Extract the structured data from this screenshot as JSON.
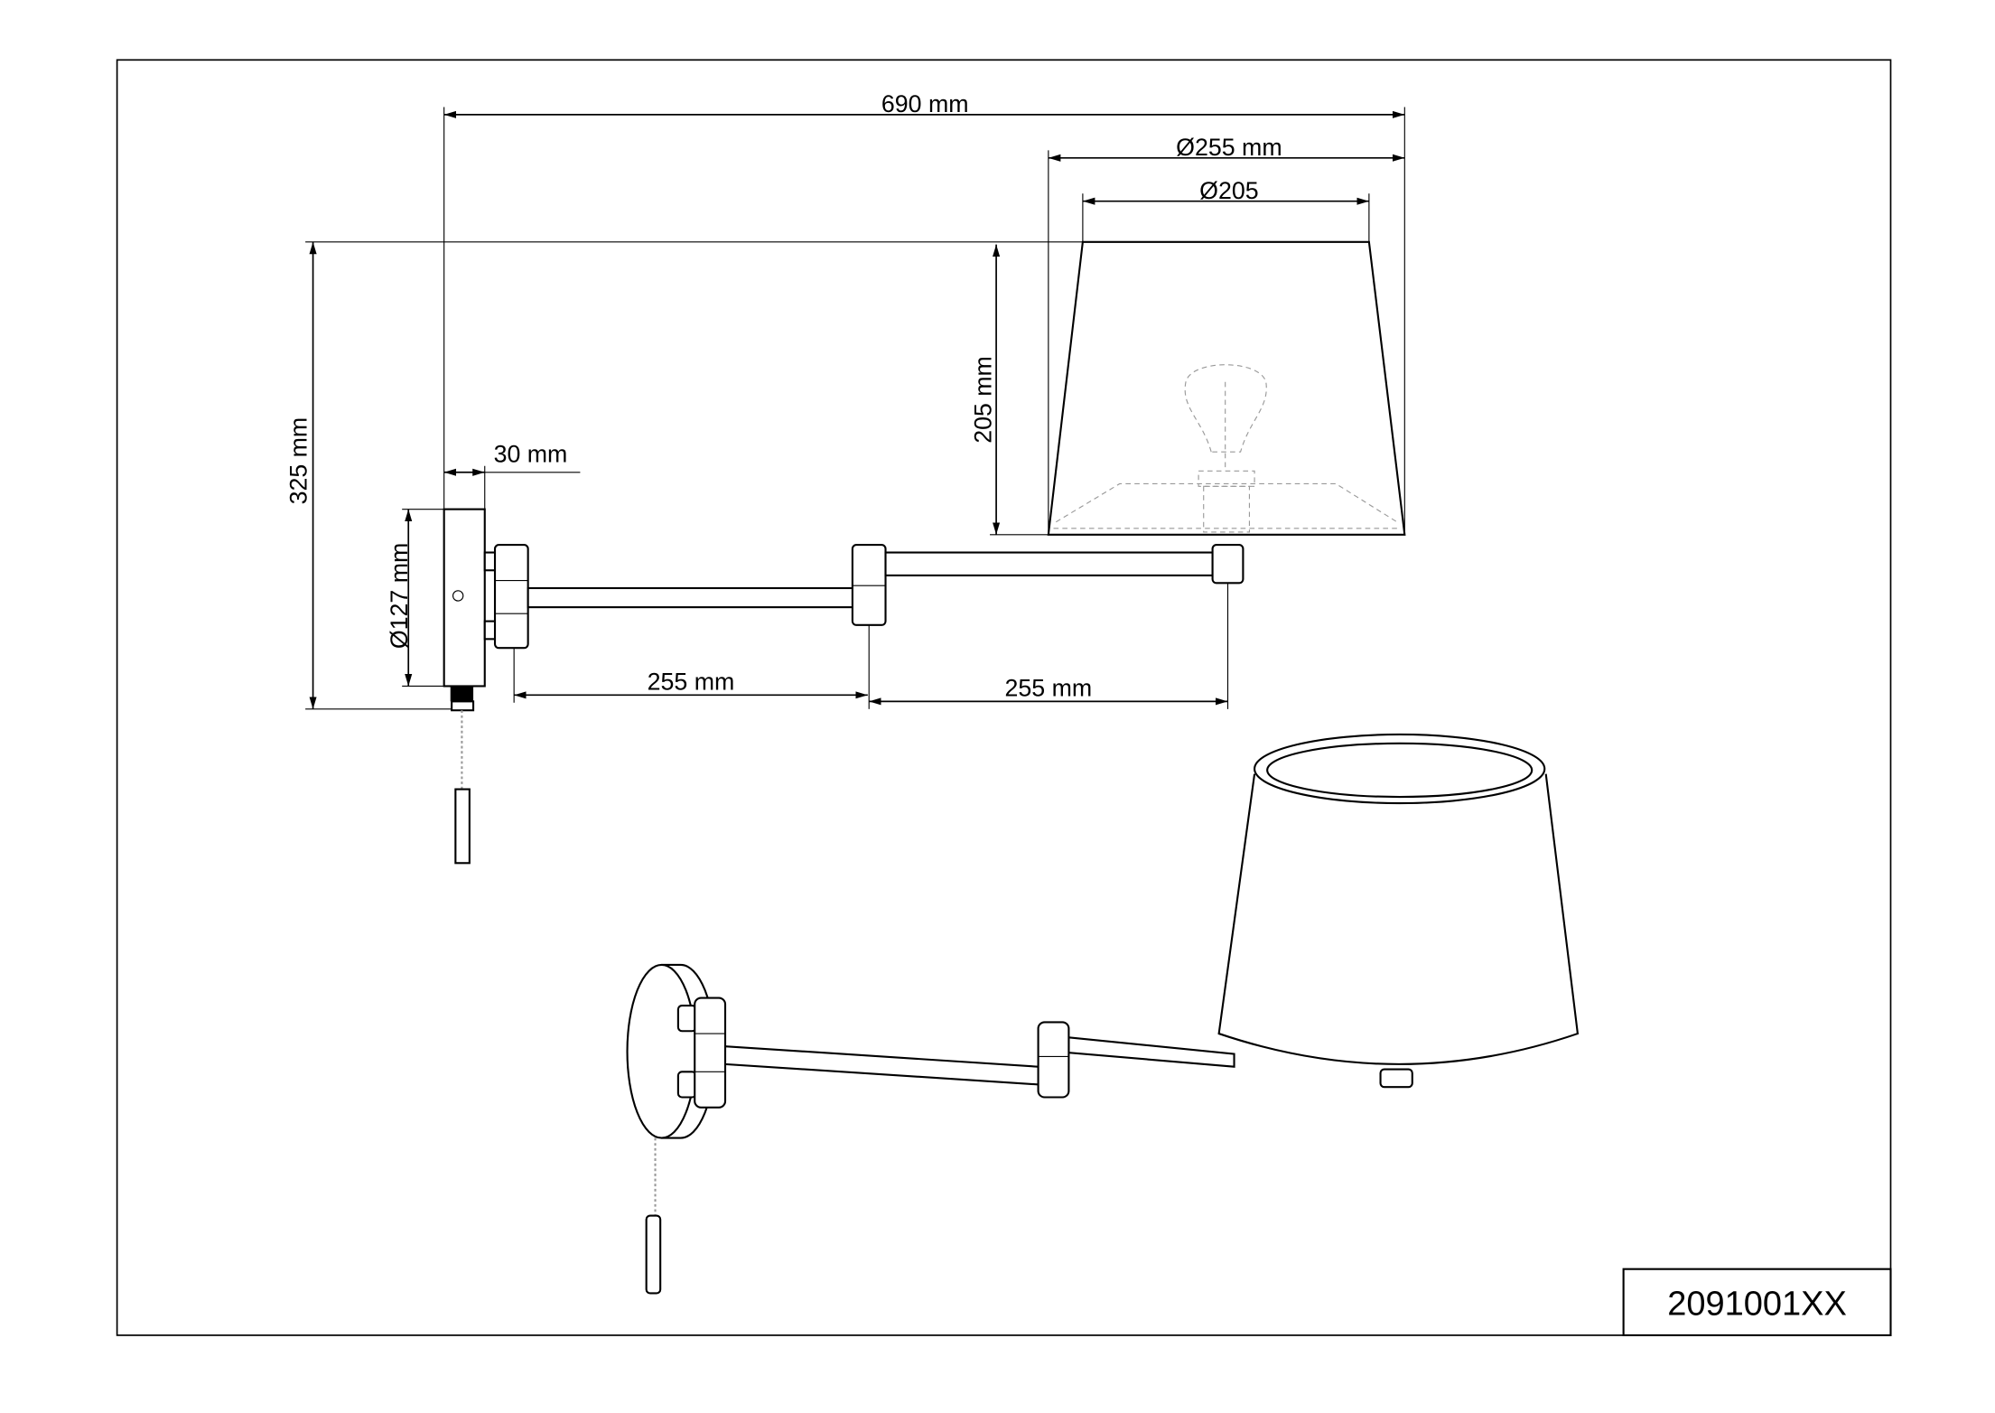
{
  "drawing": {
    "part_number": "2091001XX",
    "dimensions": {
      "overall_length": "690 mm",
      "shade_outer_diameter": "Ø255 mm",
      "shade_inner_diameter": "Ø205",
      "overall_height": "325 mm",
      "shade_height": "205 mm",
      "plate_depth": "30 mm",
      "plate_diameter": "Ø127 mm",
      "arm_1_length": "255 mm",
      "arm_2_length": "255 mm"
    }
  }
}
